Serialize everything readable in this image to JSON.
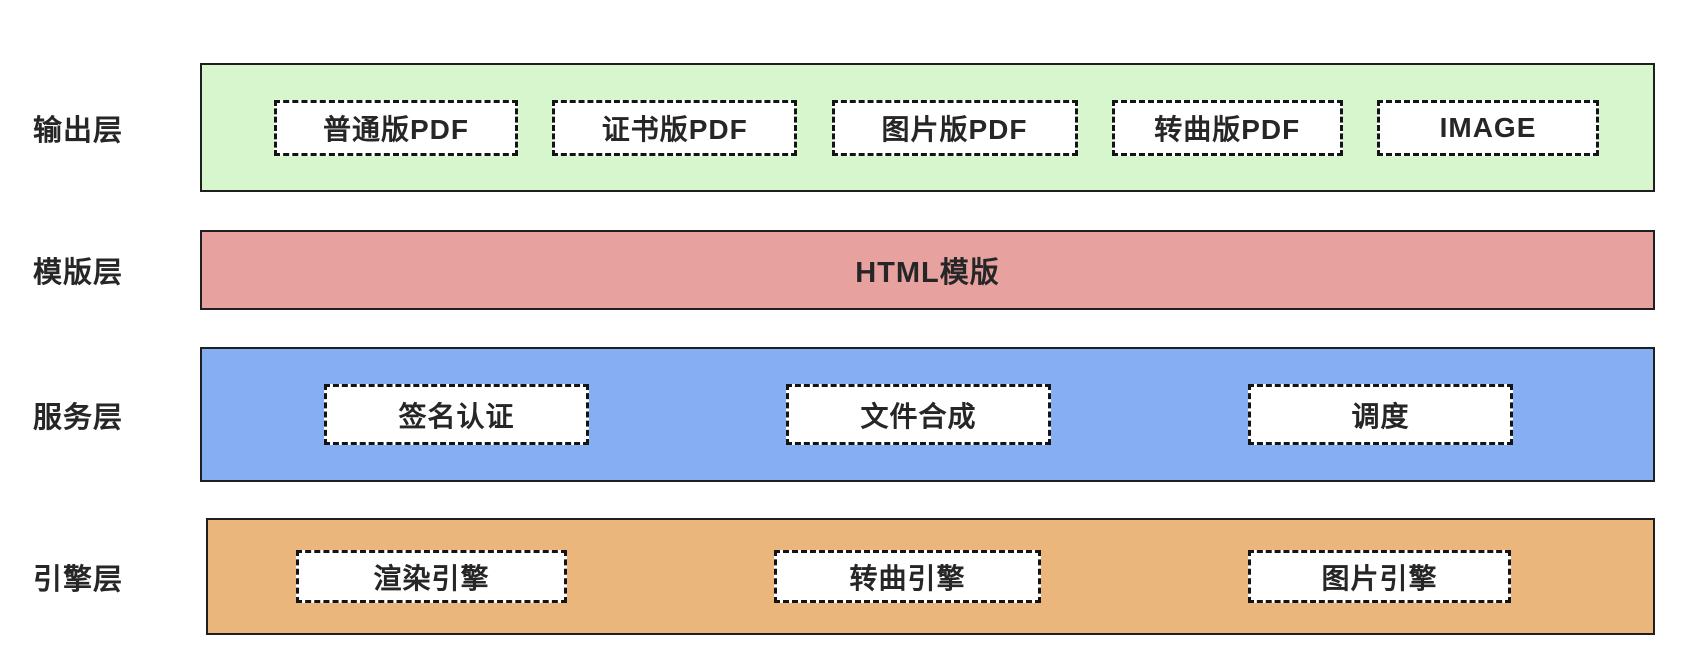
{
  "diagram": {
    "type": "layered-architecture",
    "background": "#ffffff",
    "band_border_color": "#1f1f1f",
    "dash_border_color": "#141414",
    "text_color": "#262626",
    "box_fill": "#ffffff",
    "layers": [
      {
        "id": "output",
        "label": "输出层",
        "band_color": "#d8f6ce",
        "boxes": [
          "普通版PDF",
          "证书版PDF",
          "图片版PDF",
          "转曲版PDF",
          "IMAGE"
        ]
      },
      {
        "id": "template",
        "label": "模版层",
        "band_color": "#e7a29f",
        "band_text": "HTML模版",
        "boxes": []
      },
      {
        "id": "service",
        "label": "服务层",
        "band_color": "#85aff2",
        "boxes": [
          "签名认证",
          "文件合成",
          "调度"
        ]
      },
      {
        "id": "engine",
        "label": "引擎层",
        "band_color": "#ebb67b",
        "boxes": [
          "渲染引擎",
          "转曲引擎",
          "图片引擎"
        ]
      }
    ]
  }
}
